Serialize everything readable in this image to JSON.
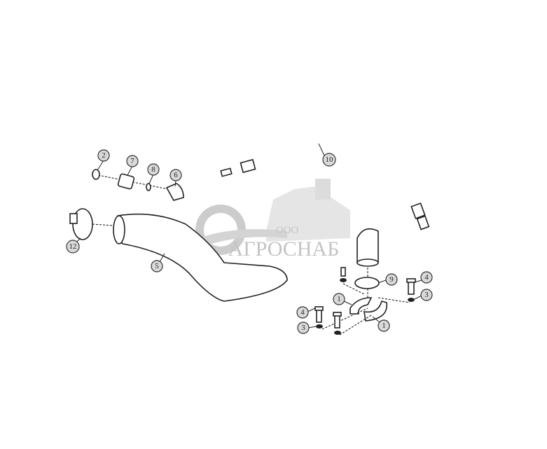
{
  "watermark": {
    "prefix": "ООО",
    "brand": "АГРОСНАБ"
  },
  "callouts": [
    {
      "label": "2"
    },
    {
      "label": "7"
    },
    {
      "label": "8"
    },
    {
      "label": "6"
    },
    {
      "label": "10"
    },
    {
      "label": "12"
    },
    {
      "label": "5"
    },
    {
      "label": "9"
    },
    {
      "label": "4"
    },
    {
      "label": "3"
    },
    {
      "label": "1"
    },
    {
      "label": "1"
    },
    {
      "label": "4"
    },
    {
      "label": "3"
    }
  ]
}
